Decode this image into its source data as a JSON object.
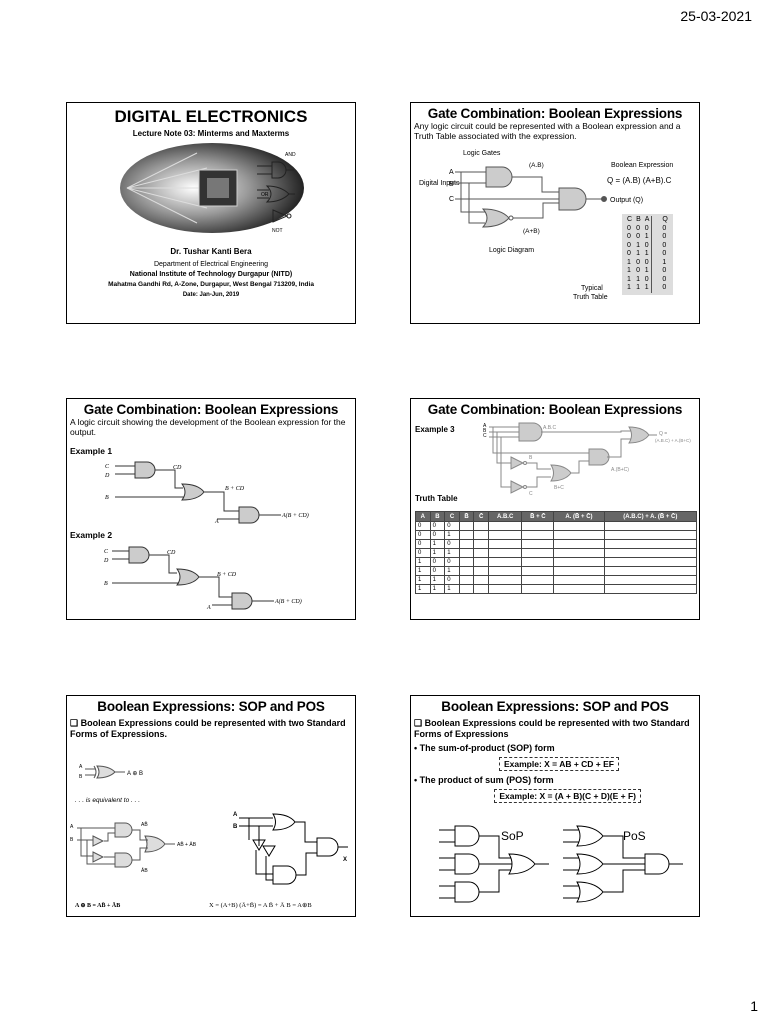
{
  "page": {
    "date": "25-03-2021",
    "number": "1"
  },
  "slide1": {
    "title": "DIGITAL ELECTRONICS",
    "subtitle": "Lecture Note 03: Minterms and Maxterms",
    "author": "Dr. Tushar Kanti Bera",
    "dept": "Department of Electrical Engineering",
    "institute": "National Institute of Technology Durgapur (NITD)",
    "address": "Mahatma Gandhi Rd, A-Zone, Durgapur, West Bengal 713209, India",
    "date": "Date: Jan-Jun, 2019",
    "gate_labels": [
      "AND",
      "OR",
      "NOT"
    ]
  },
  "slide2": {
    "title": "Gate Combination: Boolean Expressions",
    "text": "Any logic circuit could be represented with a Boolean expression and a Truth Table associated with the expression.",
    "logic_gates": "Logic Gates",
    "digital_inputs": "Digital Inputs",
    "inputs": [
      "A",
      "B",
      "C"
    ],
    "ab_label": "(A.B)",
    "a_plus_b": "(A+B)",
    "bool_expr_label": "Boolean Expression",
    "q_expr": "Q = (A.B) (A+B).C",
    "output": "Output (Q)",
    "logic_diagram": "Logic Diagram",
    "typical": "Typical",
    "truth_table": "Truth Table",
    "tt_headers": [
      "C",
      "B",
      "A",
      "Q"
    ],
    "tt_rows": [
      [
        "0",
        "0",
        "0",
        "0"
      ],
      [
        "0",
        "0",
        "1",
        "0"
      ],
      [
        "0",
        "1",
        "0",
        "0"
      ],
      [
        "0",
        "1",
        "1",
        "0"
      ],
      [
        "1",
        "0",
        "0",
        "1"
      ],
      [
        "1",
        "0",
        "1",
        "0"
      ],
      [
        "1",
        "1",
        "0",
        "0"
      ],
      [
        "1",
        "1",
        "1",
        "0"
      ]
    ]
  },
  "slide3": {
    "title": "Gate Combination: Boolean Expressions",
    "text": "A logic circuit showing the development of the Boolean expression for the output.",
    "example1": "Example 1",
    "example2": "Example 2",
    "labels": [
      "C",
      "D",
      "B",
      "A",
      "CD",
      "B + CD",
      "A(B + CD)"
    ]
  },
  "slide4": {
    "title": "Gate Combination: Boolean Expressions",
    "example": "Example 3",
    "inputs": [
      "A",
      "B",
      "C"
    ],
    "labels": [
      "A.B.C",
      "B",
      "C",
      "B+C",
      "A.(B+C)",
      "Q ="
    ],
    "q_expr": "(A.B.C) + A.(B+C)",
    "truth_table": "Truth Table",
    "tt_headers": [
      "A",
      "B",
      "C",
      "B̄",
      "C̄",
      "A.B.C",
      "B̄ + C̄",
      "A. (B̄ + C̄)",
      "(A.B.C) + A. (B̄ + C̄)"
    ],
    "tt_rows": [
      [
        "0",
        "0",
        "0"
      ],
      [
        "0",
        "0",
        "1"
      ],
      [
        "0",
        "1",
        "0"
      ],
      [
        "0",
        "1",
        "1"
      ],
      [
        "1",
        "0",
        "0"
      ],
      [
        "1",
        "0",
        "1"
      ],
      [
        "1",
        "1",
        "0"
      ],
      [
        "1",
        "1",
        "1"
      ]
    ]
  },
  "slide5": {
    "title": "Boolean Expressions: SOP and POS",
    "bullet": "Boolean Expressions could be represented with two Standard Forms of Expressions.",
    "xor_label": "A ⊕ B",
    "equiv": ". . . is equivalent to . . .",
    "labels": [
      "A",
      "B",
      "AB̄",
      "ĀB",
      "AB̄ + ĀB",
      "X"
    ],
    "eq_left": "A ⊕ B = AB̄ + ĀB",
    "eq_right": "X = (A+B) (Ā+B̄) = A B̄ + Ā B = A⊕B"
  },
  "slide6": {
    "title": "Boolean Expressions: SOP and POS",
    "bullet": "Boolean Expressions could be represented with two Standard Forms of Expressions",
    "sop_label": "The sum-of-product (SOP) form",
    "sop_example": "Example: X = AB + CD + EF",
    "pos_label": "The product of sum (POS) form",
    "pos_example": "Example: X = (A + B)(C + D)(E + F)",
    "sop": "SoP",
    "pos": "PoS"
  }
}
